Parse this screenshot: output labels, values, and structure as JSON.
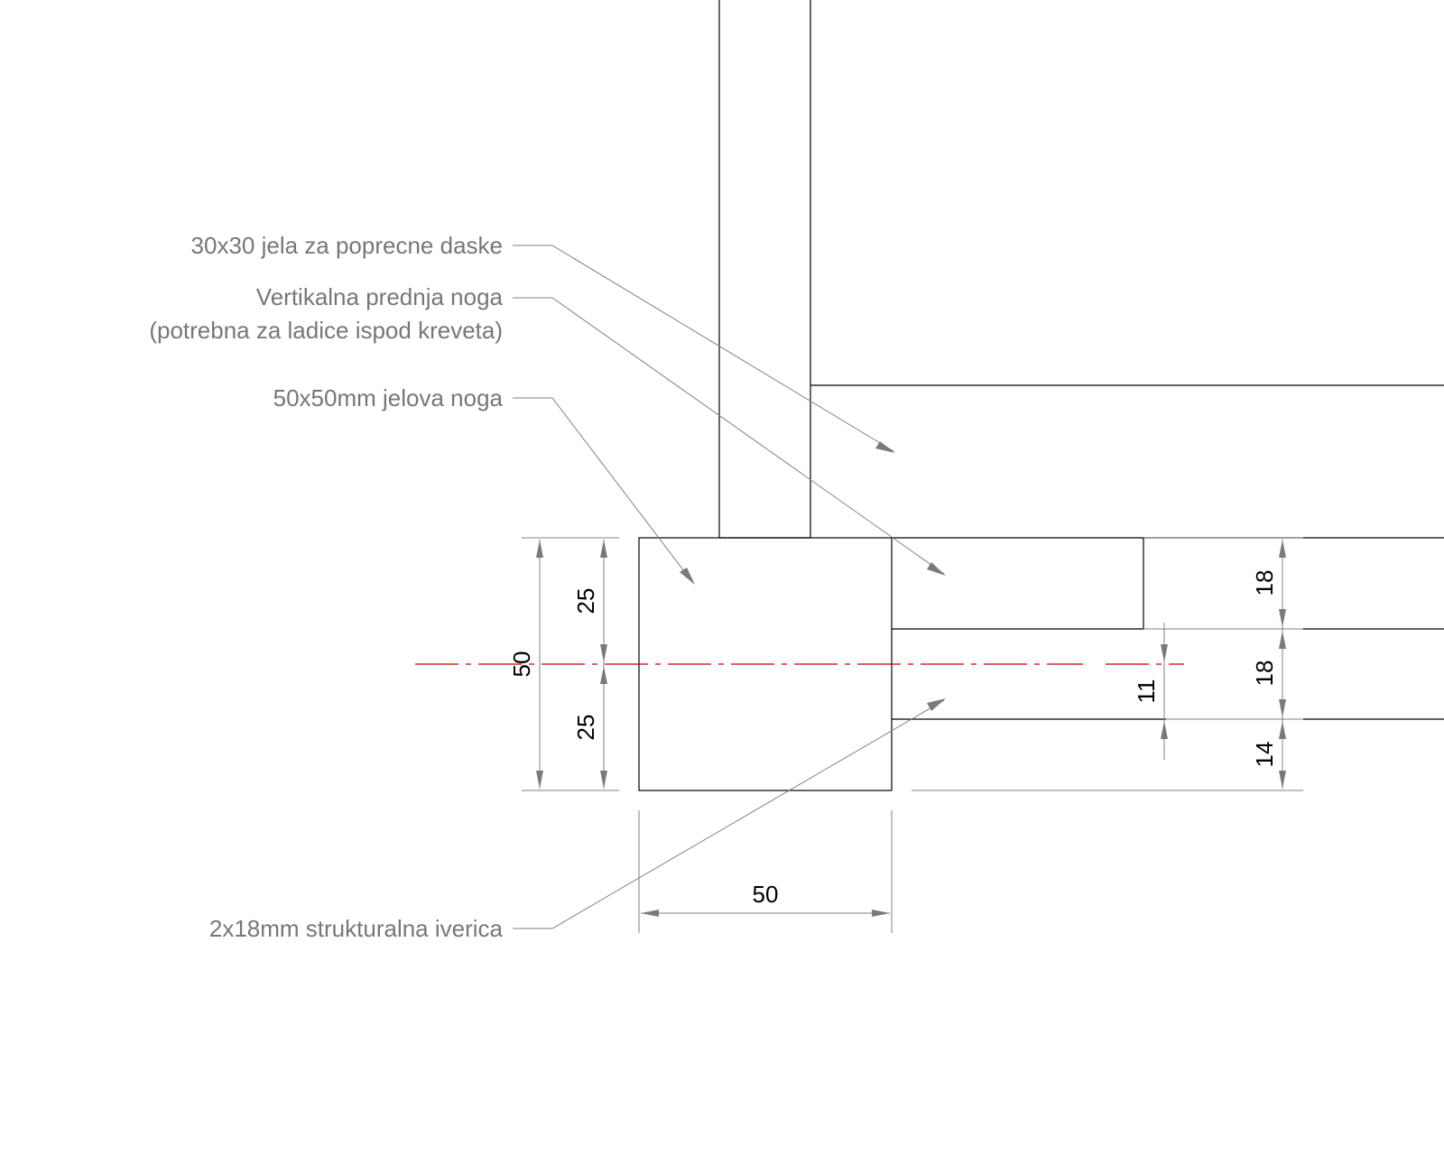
{
  "labels": {
    "top_bars": "30x30 jela za poprecne daske",
    "front_leg_line1": "Vertikalna prednja noga",
    "front_leg_line2": "(potrebna za ladice ispod kreveta)",
    "leg": "50x50mm jelova noga",
    "chipboard": "2x18mm strukturalna iverica"
  },
  "dimensions": {
    "height_total": "50",
    "upper_half": "25",
    "lower_half": "25",
    "width": "50",
    "panel_top": "18",
    "panel_mid": "18",
    "panel_bottom": "14",
    "offset": "11"
  },
  "colors": {
    "geometry": "#000000",
    "dimension": "#808080",
    "label": "#777777",
    "center_axis": "#cc0000"
  }
}
